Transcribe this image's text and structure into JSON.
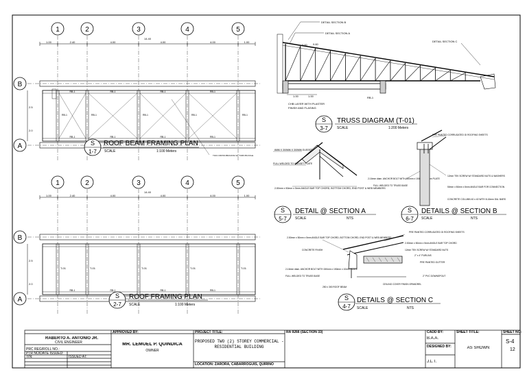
{
  "sheet": {
    "grid_labels": [
      "1",
      "2",
      "3",
      "4",
      "5"
    ],
    "row_labels": [
      "B",
      "A"
    ],
    "dims_top": [
      "1.00",
      "2.40",
      "4.00",
      "4.00",
      "4.00",
      "1.00"
    ],
    "dim_total": "14.40",
    "side_dims": [
      "2.5",
      "2.0"
    ]
  },
  "roof_beam_plan": {
    "callout_top": "S",
    "callout_bottom": "1-7",
    "title": "ROOF BEAM FRAMING PLAN",
    "scale_label": "SCALE",
    "scale_value": "1:100 Meters",
    "beam_label": "RB-1",
    "note": "TIAN CROSS BRACING W/ TURN BUCKLE"
  },
  "roof_framing_plan": {
    "callout_top": "S",
    "callout_bottom": "2-7",
    "title": "ROOF FRAMING PLAN",
    "scale_label": "SCALE",
    "scale_value": "1:100 Meters",
    "truss_label": "T-01",
    "beam_label": "RB-1"
  },
  "truss_diagram": {
    "callout_top": "S",
    "callout_bottom": "3-7",
    "title": "TRUSS DIAGRAM (T-01)",
    "scale_label": "SCALE",
    "scale_value": "1:200 Meters",
    "label_b": "DETAIL SECTION B",
    "label_a": "DETAIL SECTION A",
    "label_c": "DETAIL SECTION C",
    "chb_note_1": "CHB LAYER WITH PLASTER",
    "chb_note_2": "FINISH AND FLASING",
    "dims": [
      "0.60",
      "0.60",
      "1.00",
      "1.00"
    ],
    "beam_label": "RB-1"
  },
  "detail_a": {
    "callout_top": "S",
    "callout_bottom": "5-7",
    "title": "DETAIL @ SECTION A",
    "scale_label": "SCALE",
    "scale_value": "NTS",
    "notes": [
      "6MM X 300MM X 300MM GUSSET PLATE",
      "FULL WELDED TO GUSSET PLATE",
      "2-50mm x 50mm x 5mm ANGLE BAR TOP CHORD, BOTTOM CHORD, END POST & WEB MEMBERS"
    ]
  },
  "detail_b": {
    "callout_top": "S",
    "callout_bottom": "6-7",
    "title": "DETAILS @ SECTION B",
    "scale_label": "SCALE",
    "scale_value": "NTS",
    "notes": [
      "PRE PAINTED CORRUGATED GI ROOFING SHEETS",
      "2-16mm diam. ANCHOR BOLT WITH 150mm x 150mm x 10mm PLATE",
      "FULL WELDED TO TRUSS BASE",
      "12mm TEK SCREW W/ STANDARD NUTS & WASHERS",
      "50mm x 50mm x 5mm ANGLE BAR FOR CONNECTION",
      "CONCRETE COLUMN 40 x 40 WITH 8-16mm DIA. BARS"
    ]
  },
  "detail_c": {
    "callout_top": "S",
    "callout_bottom": "4-7",
    "title": "DETAILS @ SECTION C",
    "scale_label": "SCALE",
    "scale_value": "NTS",
    "notes": [
      "2-50mm x 50mm x 5mm ANGLE BAR TOP CHORD, BOTTOM CHORD, END POST & WEB MEMBERS",
      "PRE PAINTED CORRUGATED GI ROOFING SHEETS",
      "2-50mm x 50mm x 5mm ANGLE BAR TOP CHORD",
      "12mm TEK SCREW W/ STANDARD NUTS",
      "2\" x 4\" PURLINS",
      "CONCRETE FINISH",
      "PRE PAINTED GUTTER",
      "2-16mm diam. ANCHOR BOLT WITH 150mm x 150mm x 10mm PLATE",
      "FULL WELDED TO TRUSS BASE",
      "250 x 300 ROOF BEAM",
      "CEILING COVER FINISH-SPANDREL",
      "2\" PVC DOWNSPOUT"
    ]
  },
  "title_block": {
    "approved_by_label": "APPROVED BY:",
    "engineer_name": "RABERTO A. ANTONIO JR.",
    "engineer_title": "CIVIL ENGINEER",
    "prc_label": "PRC REG/ROLL NO.:",
    "ptr_label": "PTR NO/DATE ISSUED:",
    "tin_label": "TIN:",
    "issued_label": "ISSUED AT:",
    "owner_name": "MR. LEMUEL P. QUINDICA",
    "owner_role": "OWNER",
    "project_title_label": "PROJECT TITLE:",
    "project_title_1": "PROPOSED TWO (2) STOREY COMMERCIAL -",
    "project_title_2": "RESIDENTIAL BUILDING",
    "location": "LOCATION: ZARORA, CABARROGUIS, QUIRINO",
    "ra_label": "RA 9266 (SECTION 33)",
    "cadd_label": "CADD BY:",
    "cadd_value": "B.A.A.",
    "designed_label": "DESIGNED BY:",
    "designed_value": "J.L.T.",
    "sheet_title_label": "SHEET TITLE:",
    "sheet_title_value": "AS SHOWN",
    "sheet_no_label": "SHEET NO:",
    "sheet_no_value": "S-4",
    "sheet_total": "12"
  }
}
